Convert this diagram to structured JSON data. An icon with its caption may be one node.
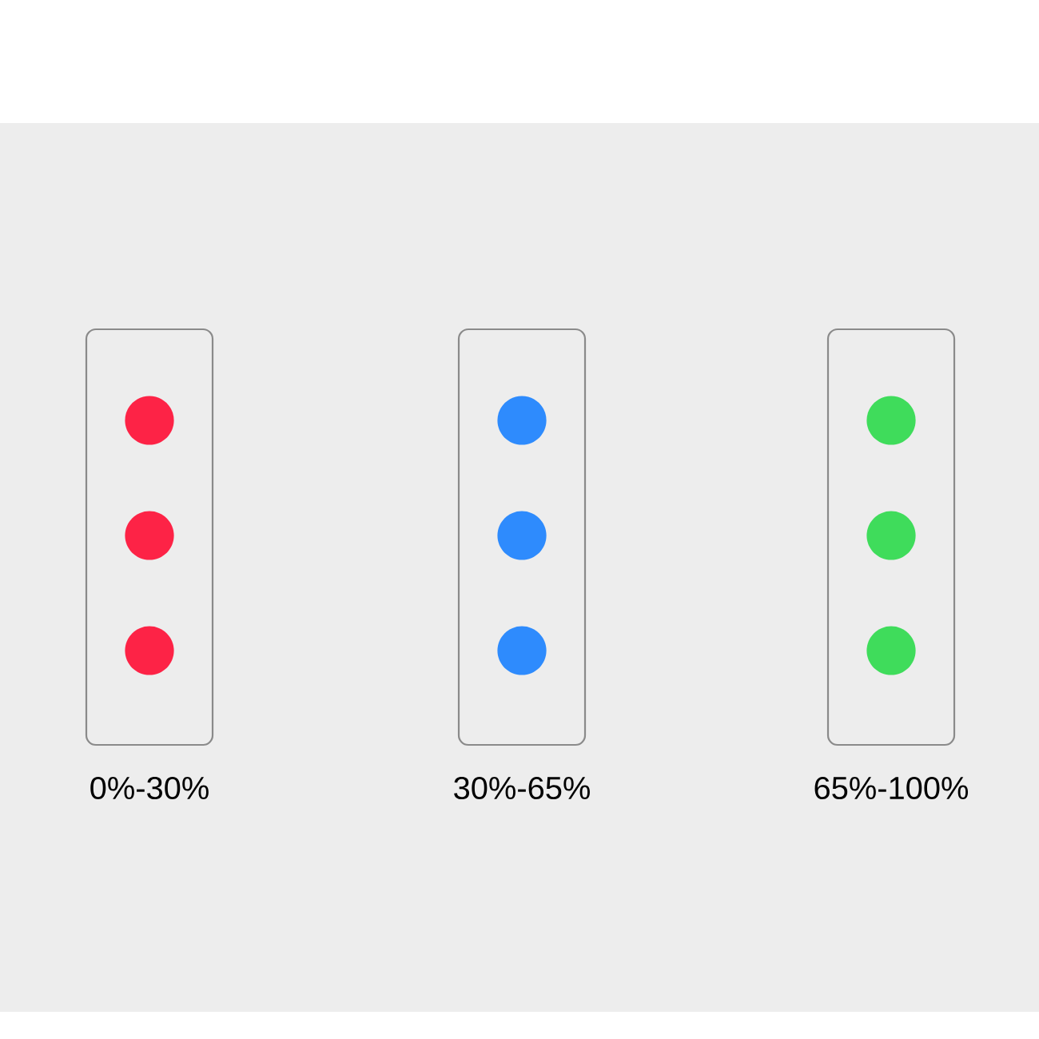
{
  "diagram": {
    "nodes": [
      {
        "text": [
          "0%-30%"
        ]
      },
      {
        "text": [
          "30%-65%"
        ]
      },
      {
        "text": [
          "65%-100%"
        ]
      }
    ]
  }
}
